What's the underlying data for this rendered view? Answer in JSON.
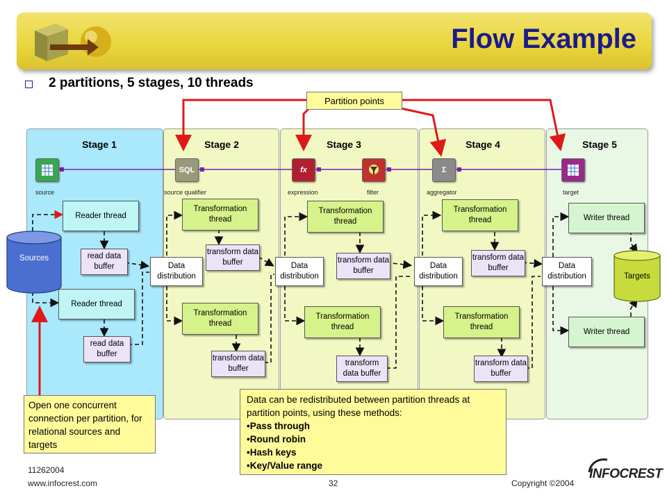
{
  "slide": {
    "title": "Flow Example",
    "bullet": "2 partitions, 5 stages, 10 threads"
  },
  "stages": [
    "Stage 1",
    "Stage 2",
    "Stage 3",
    "Stage 4",
    "Stage 5"
  ],
  "partition_points_label": "Partition points",
  "icons": [
    {
      "symbol": "",
      "label": "source"
    },
    {
      "symbol": "SQL",
      "label": "source qualifier"
    },
    {
      "symbol": "fx",
      "label": "expression"
    },
    {
      "symbol": "",
      "label": "filter"
    },
    {
      "symbol": "Σ",
      "label": "aggregator"
    },
    {
      "symbol": "",
      "label": "target"
    }
  ],
  "boxes": {
    "reader_thread": "Reader thread",
    "read_data_buffer": "read data buffer",
    "sources": "Sources",
    "transformation_thread": "Transformation thread",
    "transform_data_buffer": "transform data buffer",
    "data_distribution": "Data distribution",
    "writer_thread": "Writer thread",
    "targets": "Targets"
  },
  "left_note": "Open one concurrent connection per partition, for relational sources and targets",
  "right_note": {
    "text": "Data can be redistributed between partition threads at partition points, using these methods:",
    "methods": [
      "•Pass through",
      "•Round robin",
      "•Hash keys",
      "•Key/Value range"
    ]
  },
  "footer": {
    "code": "11262004",
    "url": "www.infocrest.com",
    "page": "32",
    "copyright": "Copyright ©2004",
    "brand": "INFOCREST"
  },
  "colors": {
    "title": "#1b1b8a",
    "callout": "#fffb9a",
    "red_arrow": "#e01818",
    "link": "#7a1fb0"
  }
}
